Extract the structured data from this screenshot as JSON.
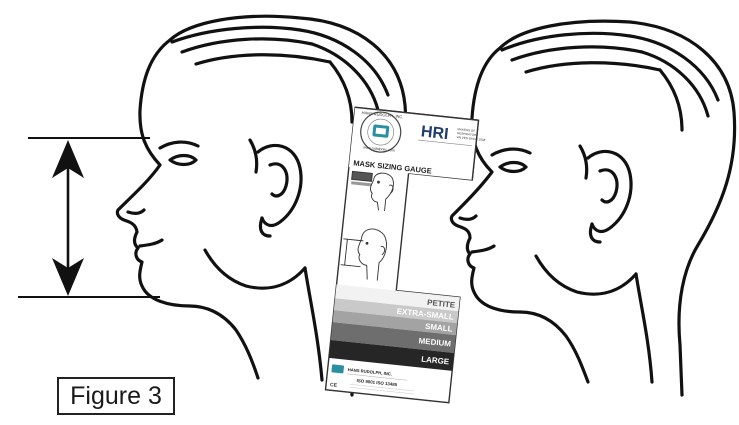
{
  "figure": {
    "caption": "Figure 3"
  },
  "gauge": {
    "brand_arc": "HANS RUDOLPH, INC.",
    "website": "www.rudolphkc.com",
    "logo_text": "HRI",
    "tagline_line1": "MAKERS OF",
    "tagline_line2": "RESPIRATORY",
    "tagline_line3": "VALVES SINCE 1938",
    "title": "MASK SIZING GAUGE",
    "sizes": [
      {
        "label": "PETITE",
        "shade": "#f2f2f2",
        "text_color": "#555555"
      },
      {
        "label": "EXTRA-SMALL",
        "shade": "#c9c9c9",
        "text_color": "#ffffff"
      },
      {
        "label": "SMALL",
        "shade": "#a3a3a3",
        "text_color": "#ffffff"
      },
      {
        "label": "MEDIUM",
        "shade": "#6e6e6e",
        "text_color": "#ffffff"
      },
      {
        "label": "LARGE",
        "shade": "#262626",
        "text_color": "#ffffff"
      }
    ],
    "footer_company": "HANS RUDOLPH, INC.",
    "footer_iso": "ISO 9001   ISO 13485",
    "footer_ce": "CE"
  },
  "colors": {
    "line": "#111111",
    "logo_teal": "#2a8fa0",
    "hri_blue": "#1f3c6e"
  }
}
